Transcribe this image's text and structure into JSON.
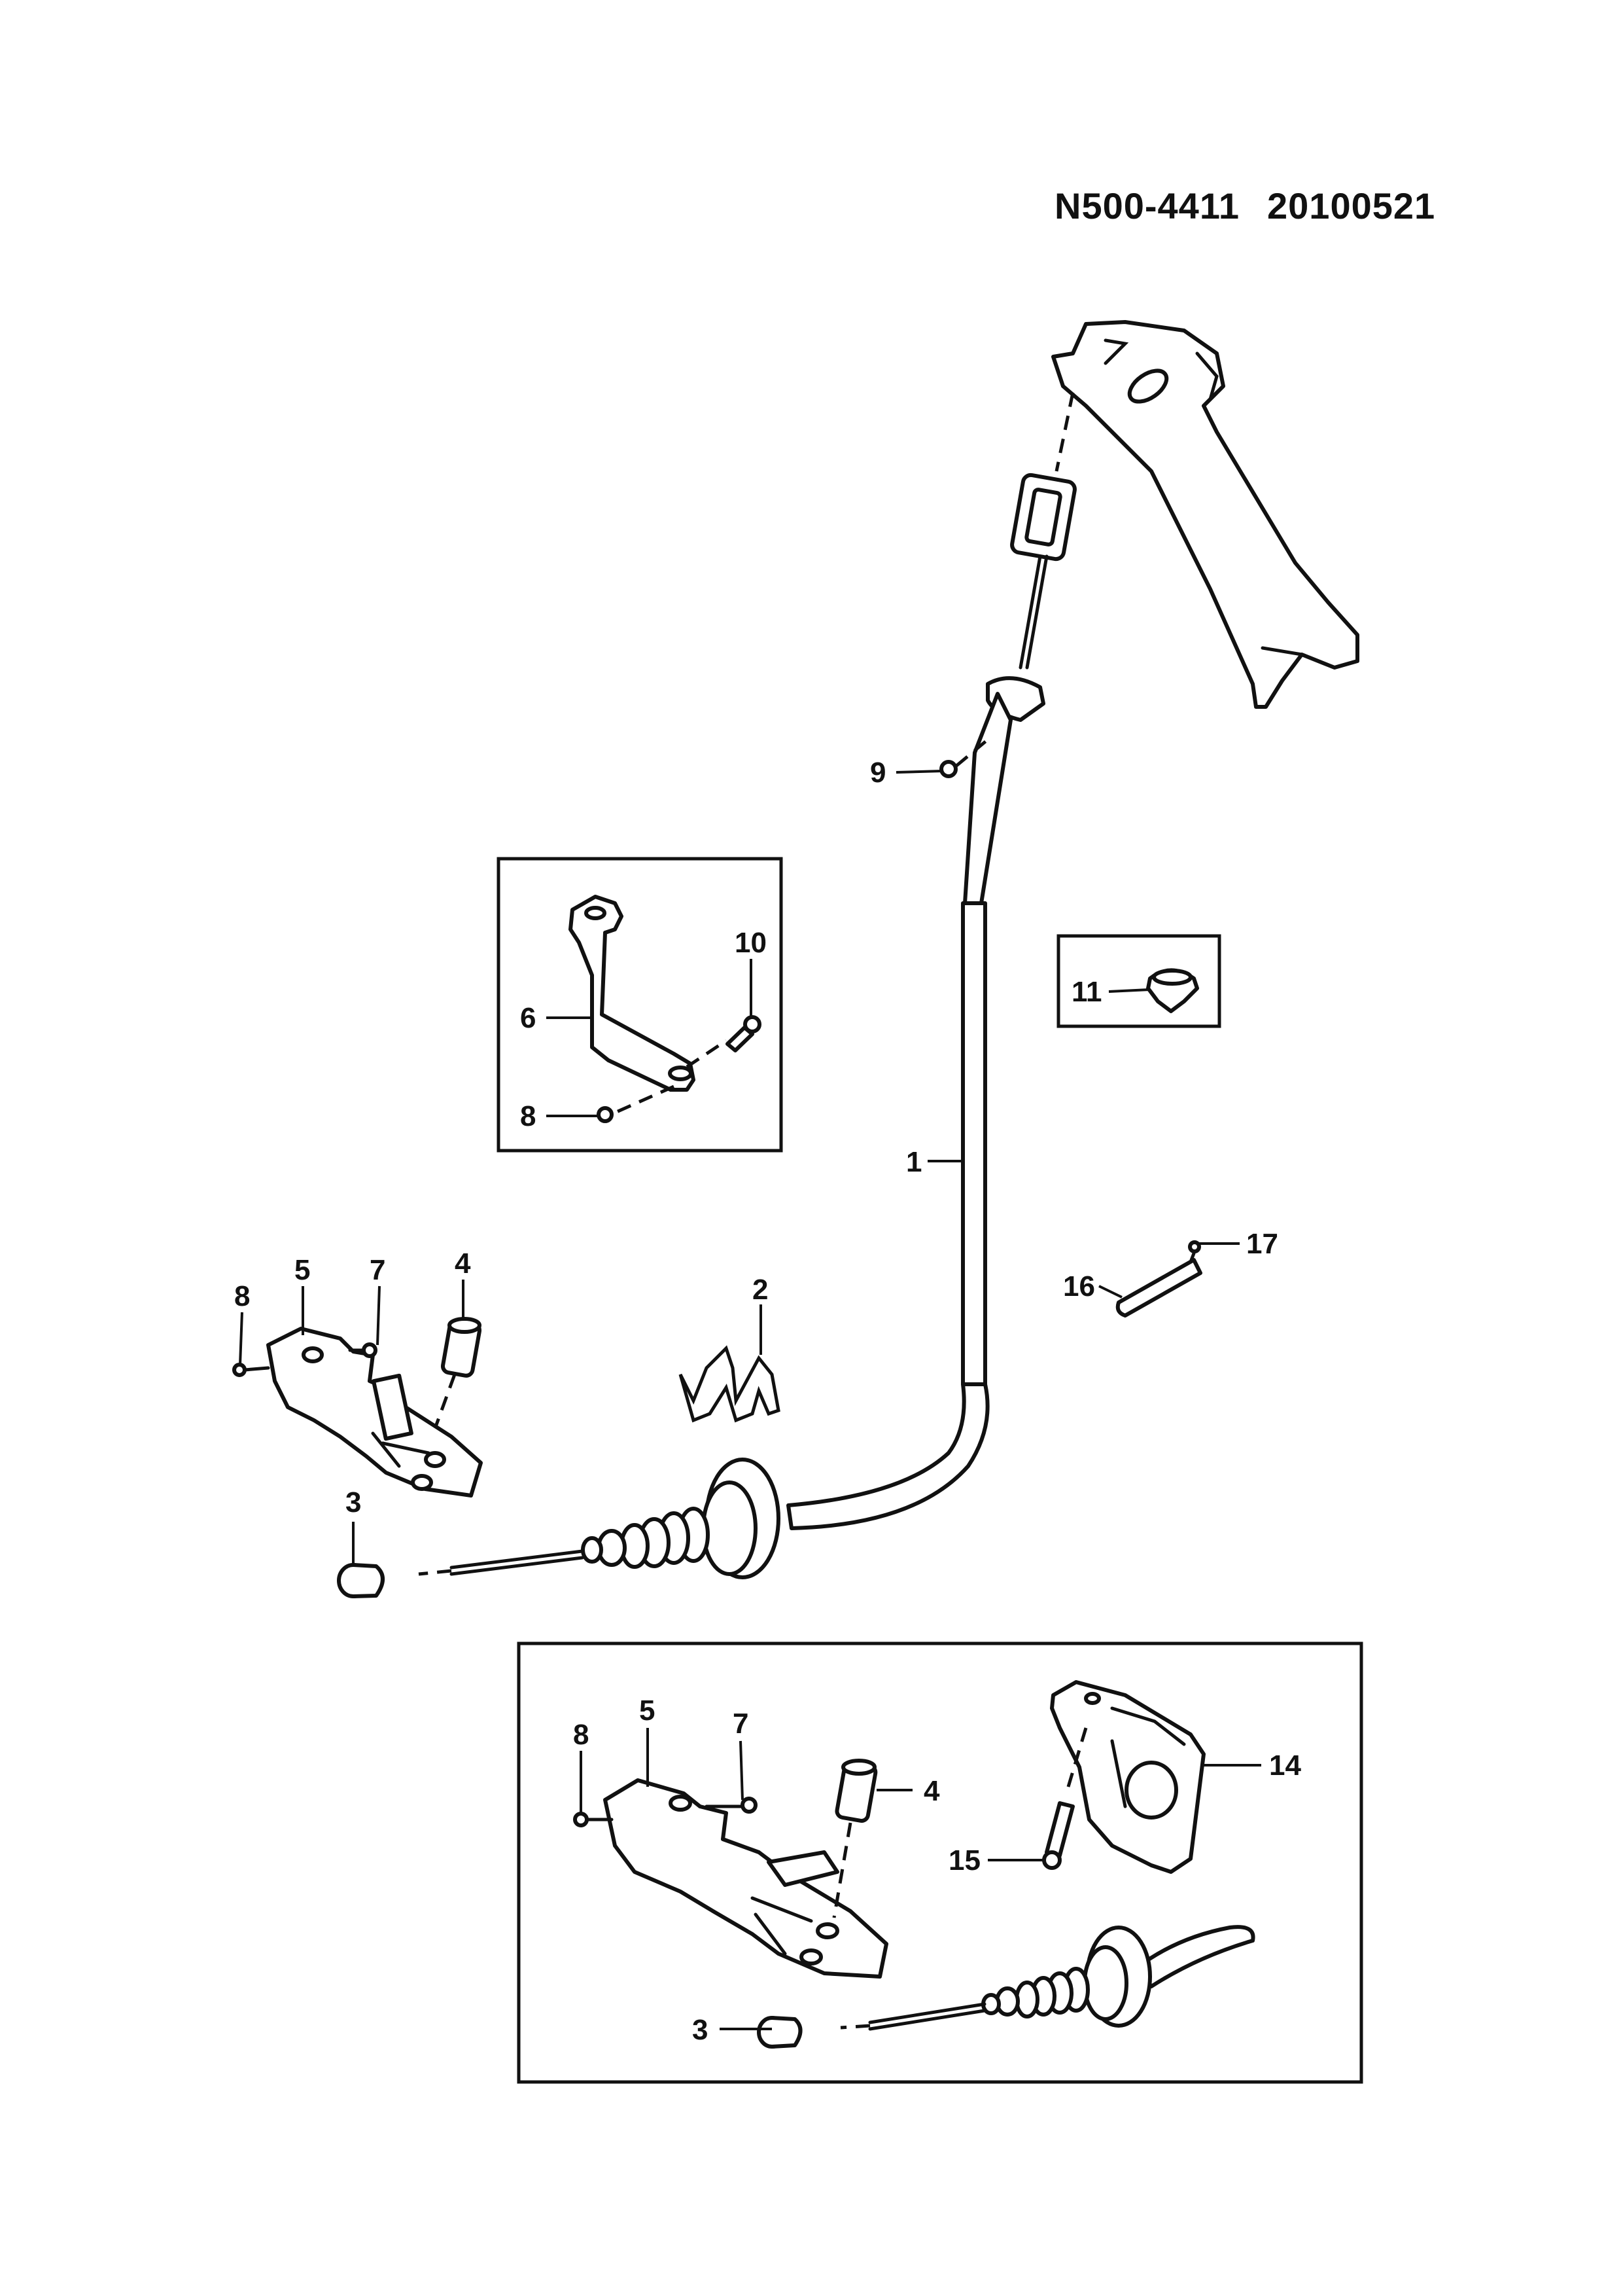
{
  "header": {
    "part_code": "N500-4411",
    "date_code": "20100521"
  },
  "callouts": {
    "c1": "1",
    "c2": "2",
    "c3a": "3",
    "c3b": "3",
    "c4a": "4",
    "c4b": "4",
    "c5a": "5",
    "c5b": "5",
    "c6": "6",
    "c7a": "7",
    "c7b": "7",
    "c8a": "8",
    "c8b": "8",
    "c8c": "8",
    "c9": "9",
    "c10": "10",
    "c11": "11",
    "c14": "14",
    "c15": "15",
    "c16": "16",
    "c17": "17"
  }
}
